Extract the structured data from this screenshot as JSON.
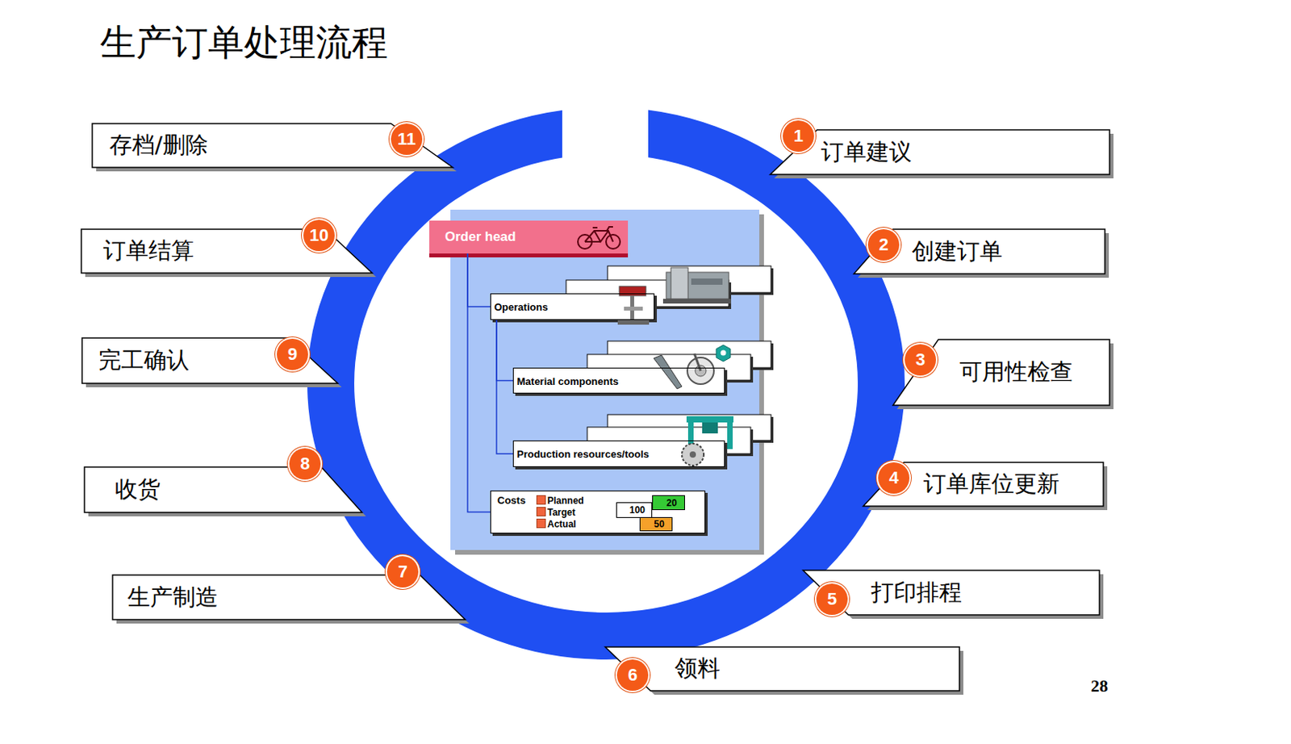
{
  "diagram": {
    "title": "生产订单处理流程",
    "nodes": [
      {
        "text": [
          "订单建议"
        ]
      },
      {
        "text": [
          "创建订单"
        ]
      },
      {
        "text": [
          "可用性检查"
        ]
      },
      {
        "text": [
          "订单库位更新"
        ]
      },
      {
        "text": [
          "打印排程"
        ]
      },
      {
        "text": [
          "领料"
        ]
      },
      {
        "text": [
          "生产制造"
        ]
      },
      {
        "text": [
          "收货"
        ]
      },
      {
        "text": [
          "完工确认"
        ]
      },
      {
        "text": [
          "订单结算"
        ]
      },
      {
        "text": [
          "存档/删除"
        ]
      },
      {
        "text": [
          "Order head"
        ]
      },
      {
        "text": [
          "Operations"
        ]
      },
      {
        "text": [
          "Material components"
        ]
      },
      {
        "text": [
          "Production resources/tools"
        ]
      },
      {
        "text": [
          "Costs"
        ]
      },
      {
        "text": [
          "100"
        ],
        "in": 15
      },
      {
        "text": [
          "20"
        ],
        "in": 15
      },
      {
        "text": [
          "50"
        ],
        "in": 15
      }
    ],
    "edges": [
      {
        "from": 11,
        "to": 12,
        "arrow": "none"
      },
      {
        "from": 11,
        "to": 15,
        "arrow": "none"
      },
      {
        "from": 12,
        "to": 13,
        "arrow": "none"
      },
      {
        "from": 12,
        "to": 14,
        "arrow": "none"
      }
    ],
    "labels": [
      "1",
      "2",
      "3",
      "4",
      "5",
      "6",
      "7",
      "8",
      "9",
      "10",
      "11",
      "28"
    ],
    "legend": [
      {
        "text": "Planned",
        "color": "#f0643c"
      },
      {
        "text": "Target",
        "color": "#f0643c"
      },
      {
        "text": "Actual",
        "color": "#f0643c"
      }
    ]
  }
}
